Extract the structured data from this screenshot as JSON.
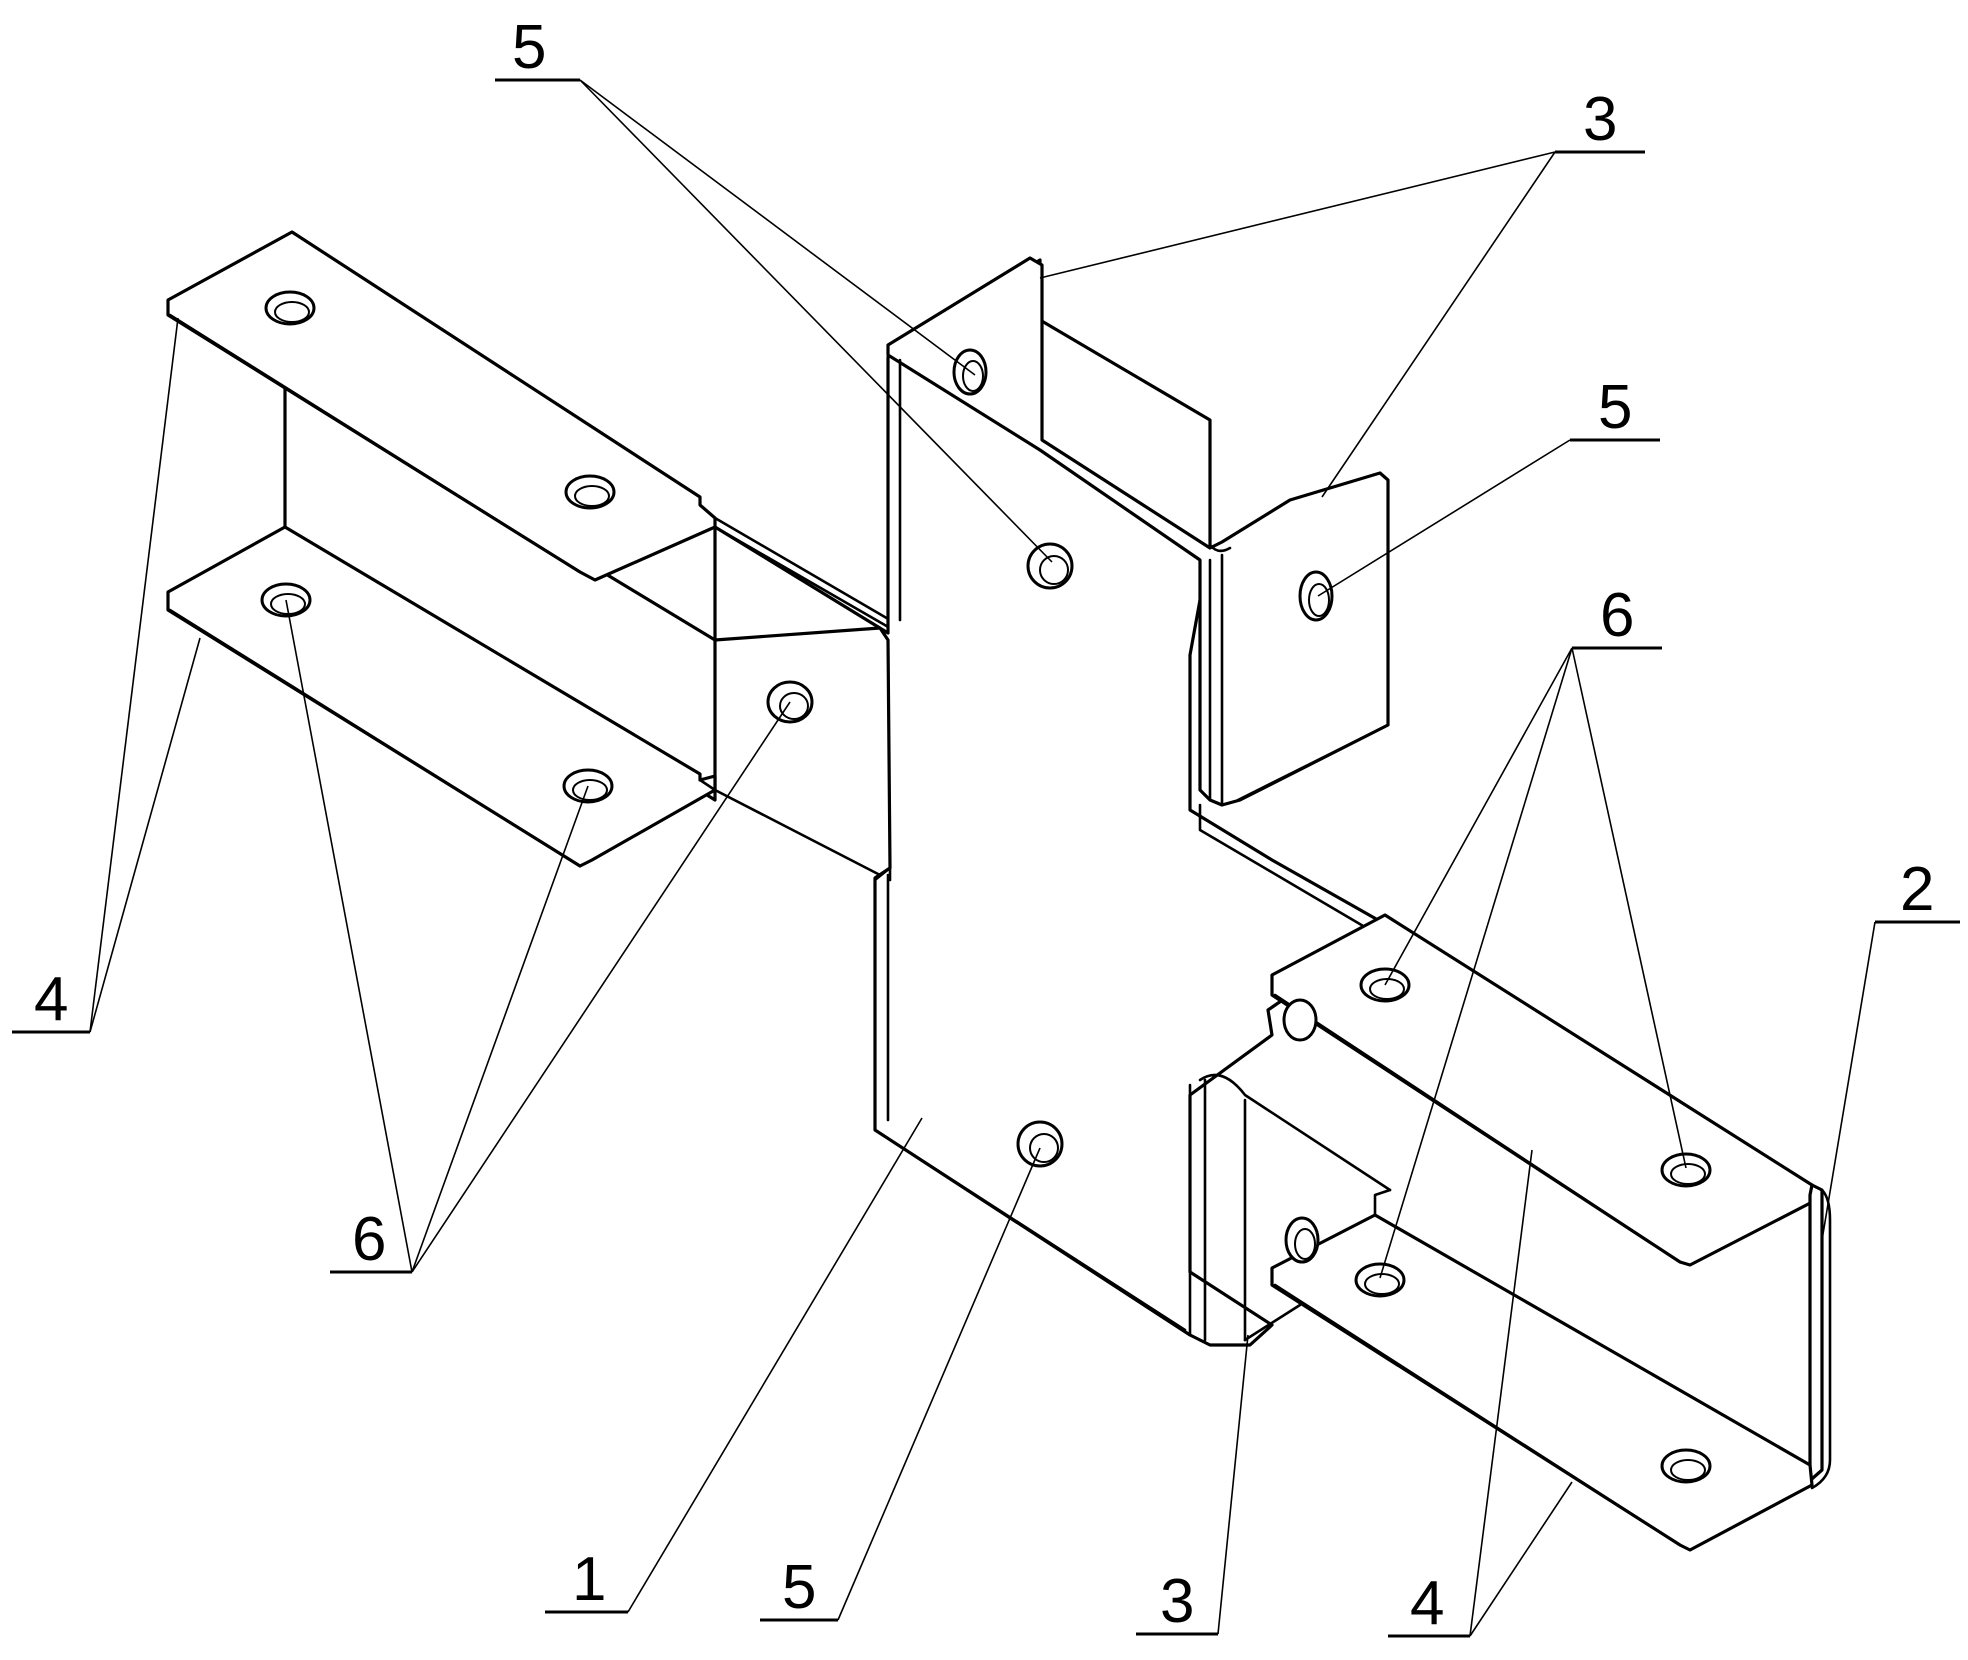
{
  "labels": {
    "top_5": "5",
    "top_3": "3",
    "right_5": "5",
    "right_6": "6",
    "right_2": "2",
    "left_4": "4",
    "left_6": "6",
    "bottom_1": "1",
    "bottom_5": "5",
    "bottom_3": "3",
    "bottom_4": "4"
  }
}
